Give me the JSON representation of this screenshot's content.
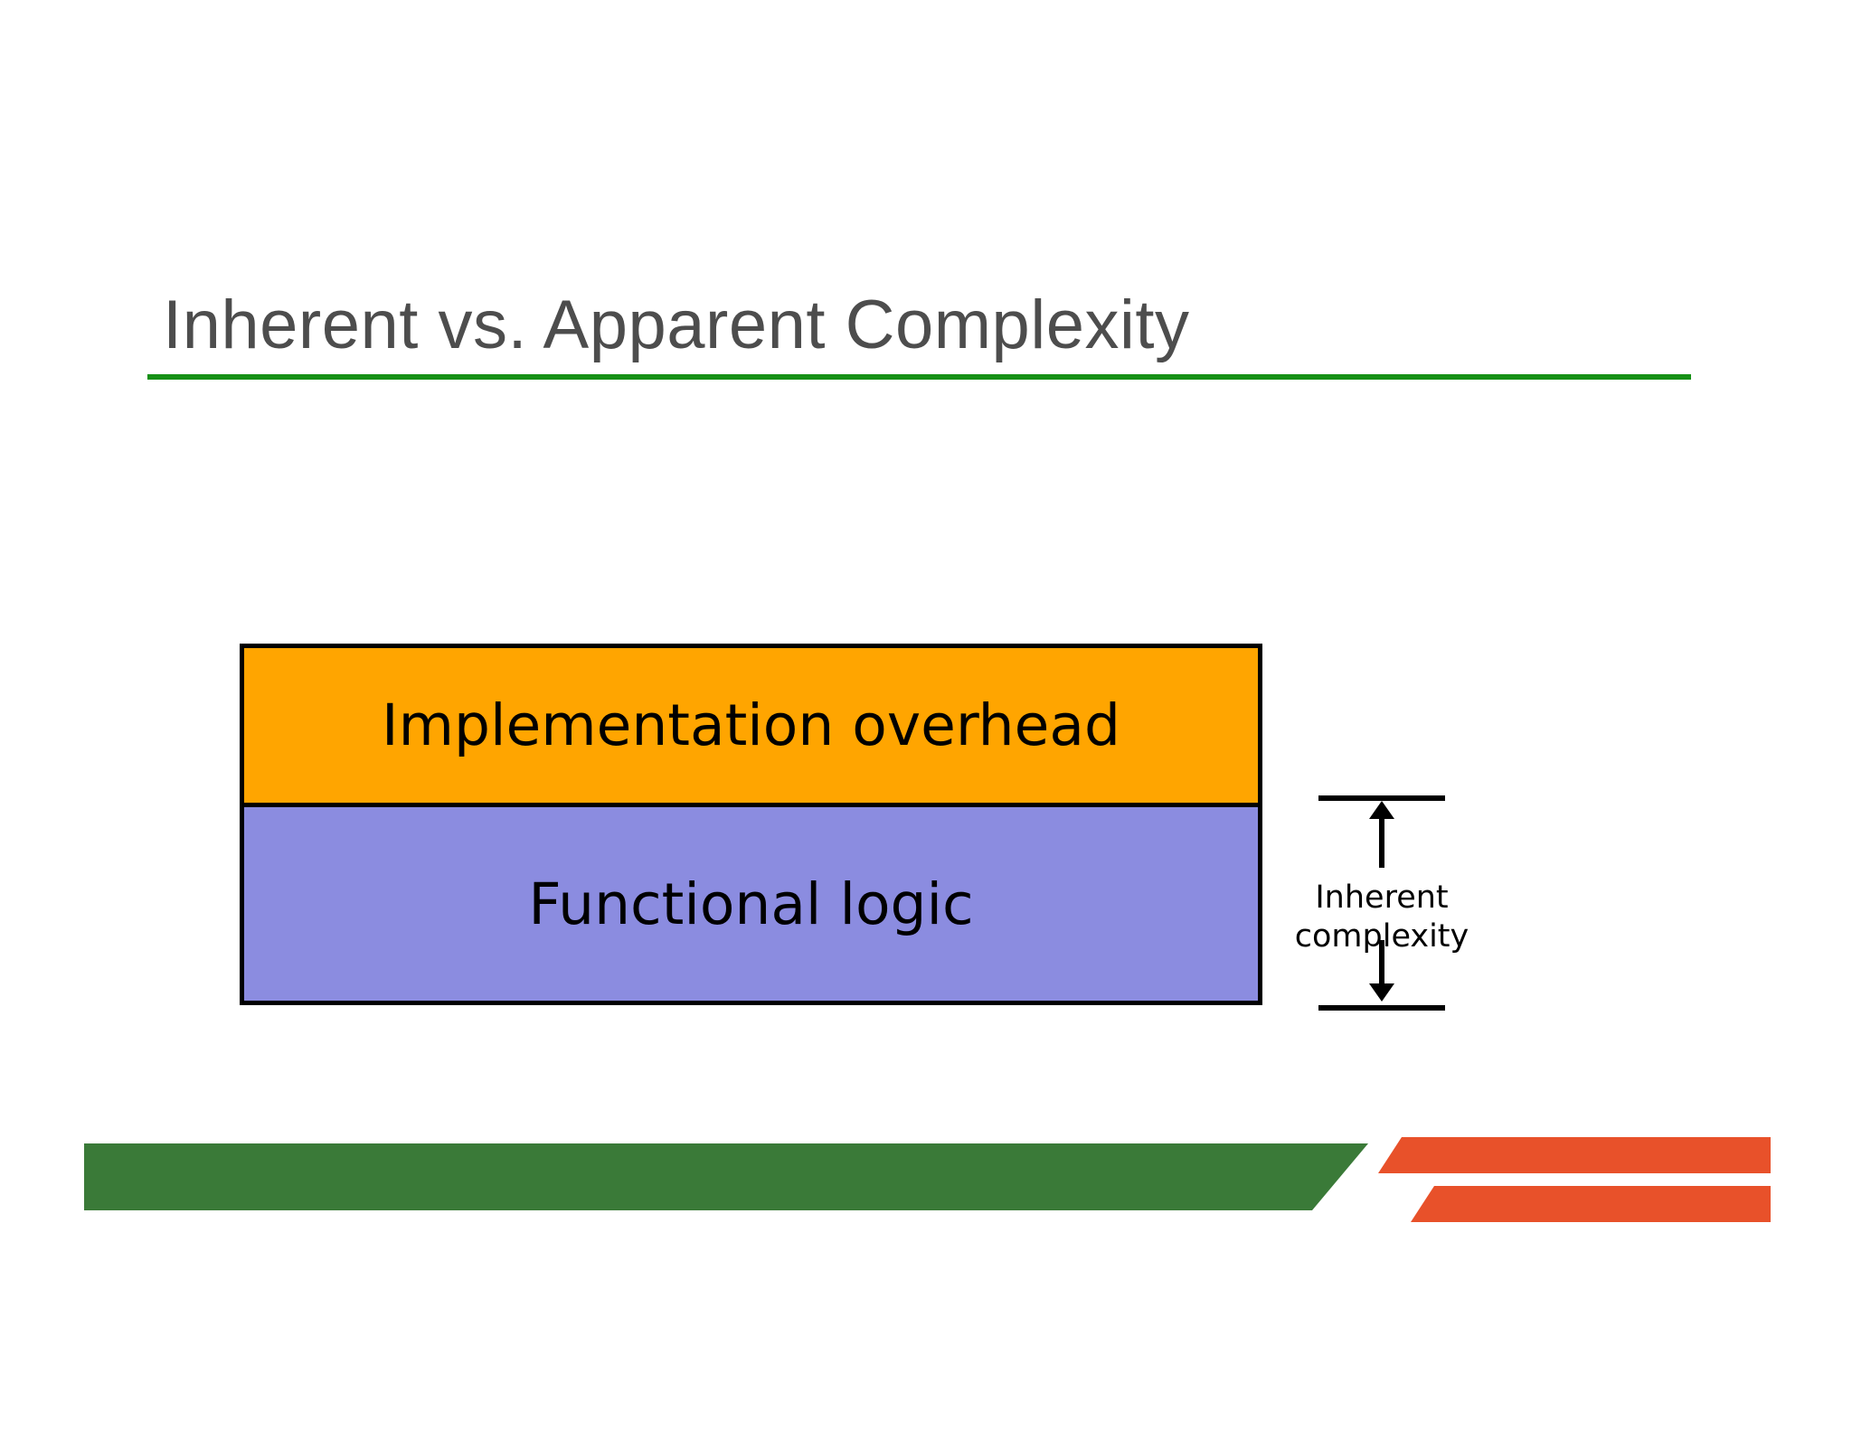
{
  "slide": {
    "title": "Inherent vs. Apparent Complexity"
  },
  "diagram": {
    "segments": [
      {
        "label": "Implementation overhead",
        "color": "#ffa500"
      },
      {
        "label": "Functional logic",
        "color": "#8b8ce0"
      }
    ],
    "annotation": {
      "line1": "Inherent",
      "line2": "complexity"
    }
  },
  "theme": {
    "title_color": "#4d4d4d",
    "rule_color": "#169016",
    "footer_green": "#3a7a38",
    "footer_orange": "#e8512a",
    "overhead_color": "#ffa500",
    "logic_color": "#8b8ce0",
    "outline_color": "#000000"
  }
}
